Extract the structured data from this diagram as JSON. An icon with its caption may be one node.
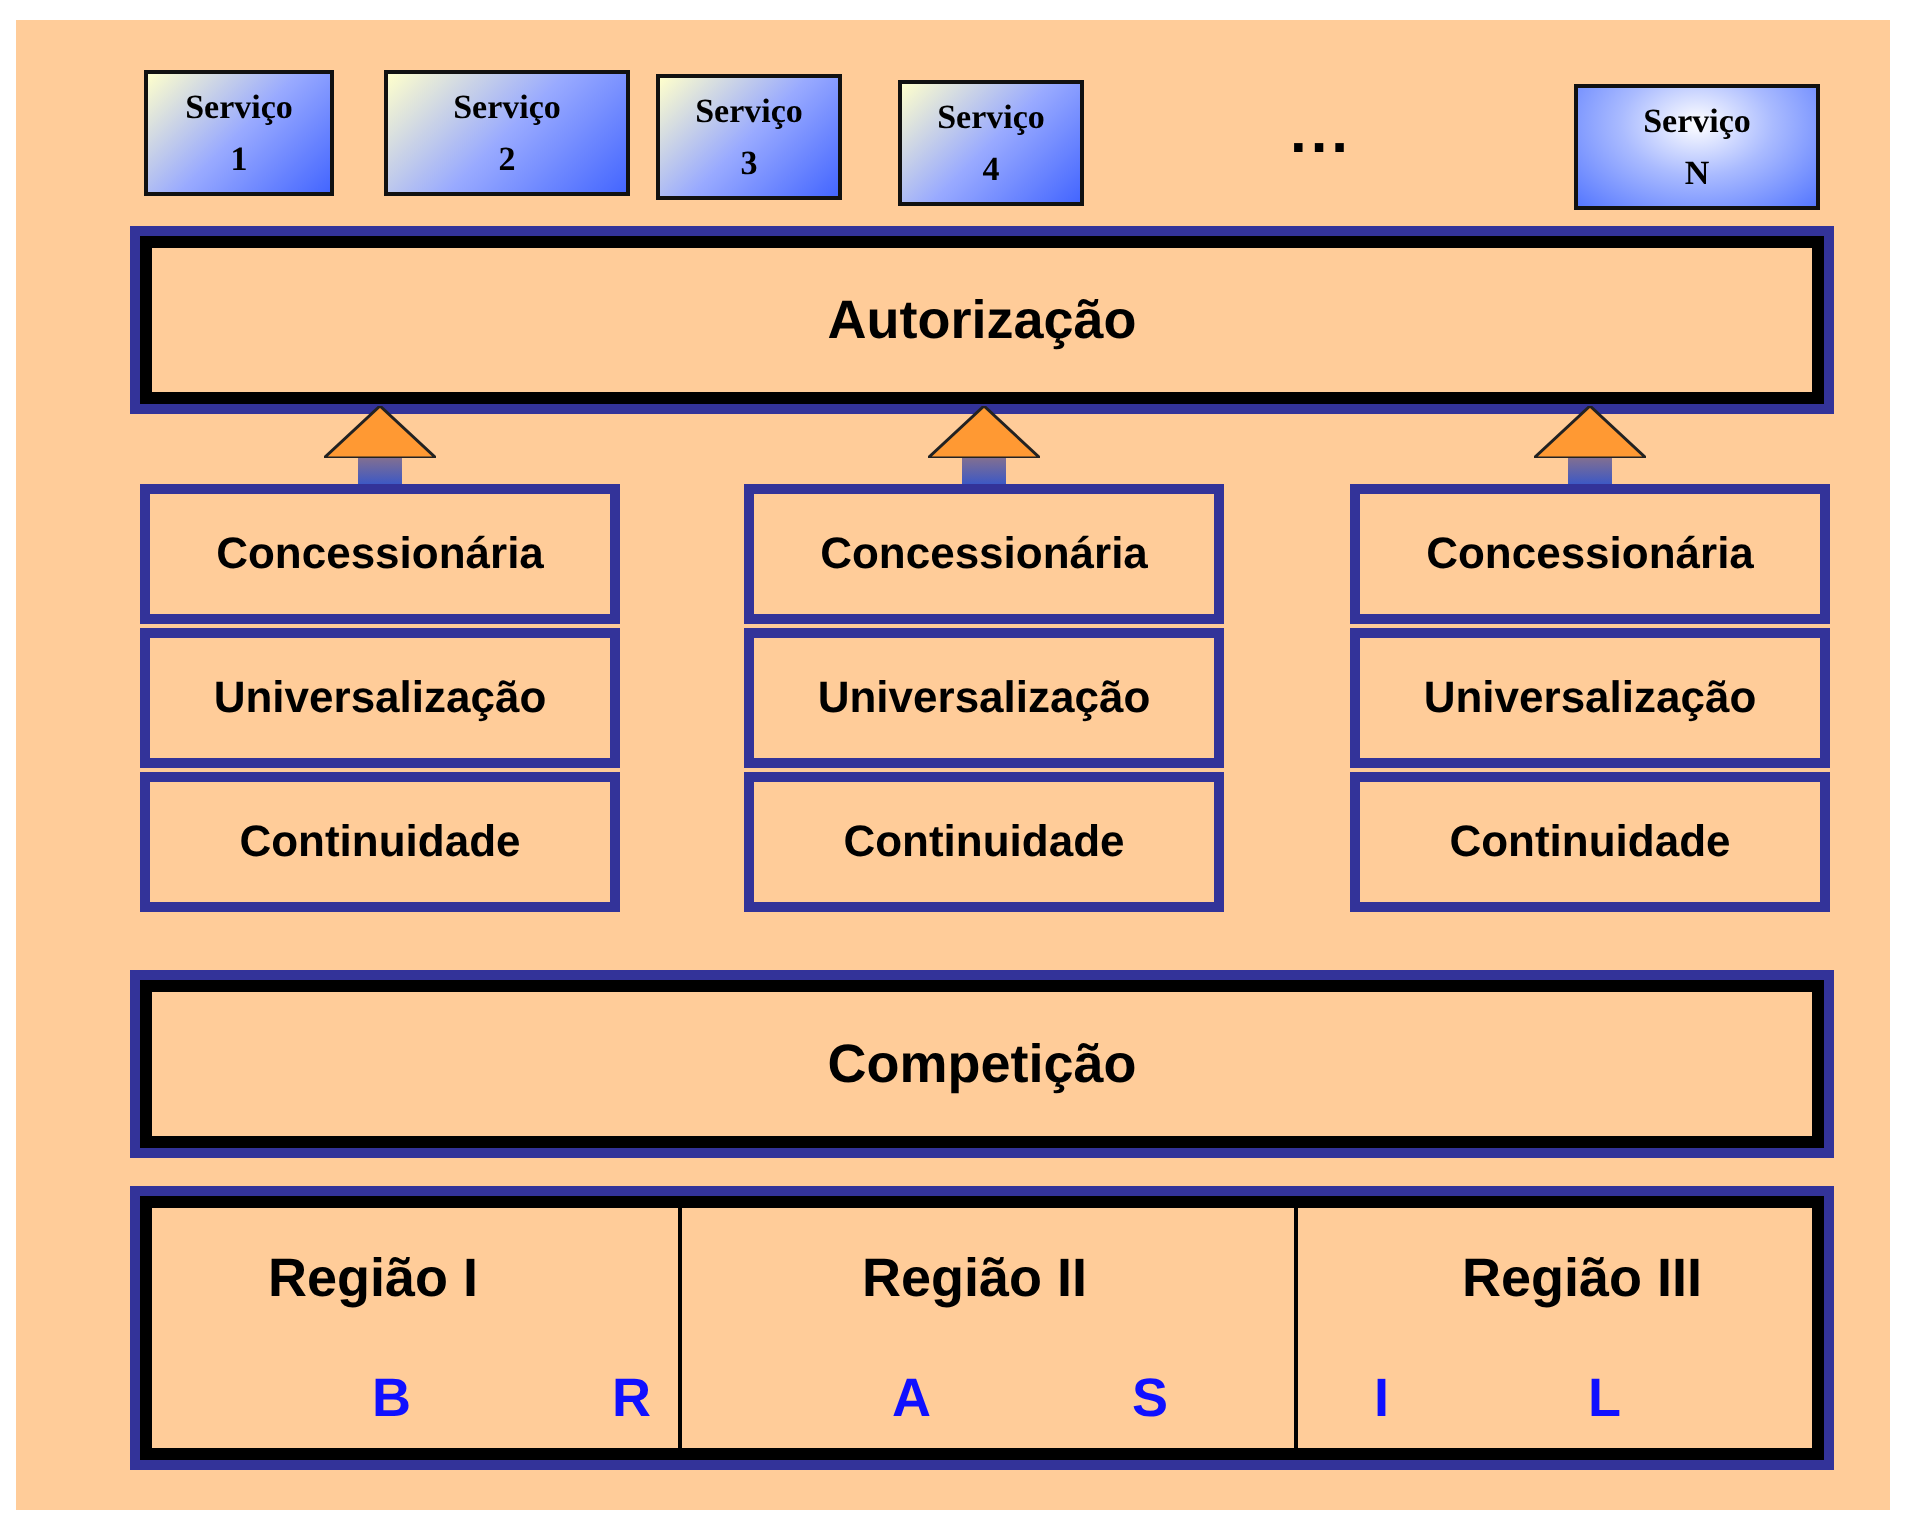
{
  "diagram": {
    "nodes": [
      {
        "text": [
          "Serviço 1"
        ]
      },
      {
        "text": [
          "Serviço 2"
        ]
      },
      {
        "text": [
          "Serviço 3"
        ]
      },
      {
        "text": [
          "Serviço 4"
        ]
      },
      {
        "text": [
          "Serviço N"
        ]
      },
      {
        "text": [
          "Autorização"
        ]
      },
      {
        "text": [
          "Concessionária"
        ]
      },
      {
        "text": [
          "Universalização"
        ]
      },
      {
        "text": [
          "Continuidade"
        ]
      },
      {
        "text": [
          "Concessionária"
        ]
      },
      {
        "text": [
          "Universalização"
        ]
      },
      {
        "text": [
          "Continuidade"
        ]
      },
      {
        "text": [
          "Concessionária"
        ]
      },
      {
        "text": [
          "Universalização"
        ]
      },
      {
        "text": [
          "Continuidade"
        ]
      },
      {
        "text": [
          "Competição"
        ]
      },
      {
        "text": [],
        "shape": "box"
      },
      {
        "text": [
          "Região I",
          "B",
          "R"
        ],
        "in": 16
      },
      {
        "text": [
          "Região II",
          "A",
          "S"
        ],
        "in": 16
      },
      {
        "text": [
          "Região III",
          "I",
          "L"
        ],
        "in": 16
      }
    ],
    "edges": [
      {
        "from": 6,
        "to": 5,
        "arrow": "to"
      },
      {
        "from": 9,
        "to": 5,
        "arrow": "to"
      },
      {
        "from": 12,
        "to": 5,
        "arrow": "to"
      }
    ],
    "labels": [
      "..."
    ]
  }
}
